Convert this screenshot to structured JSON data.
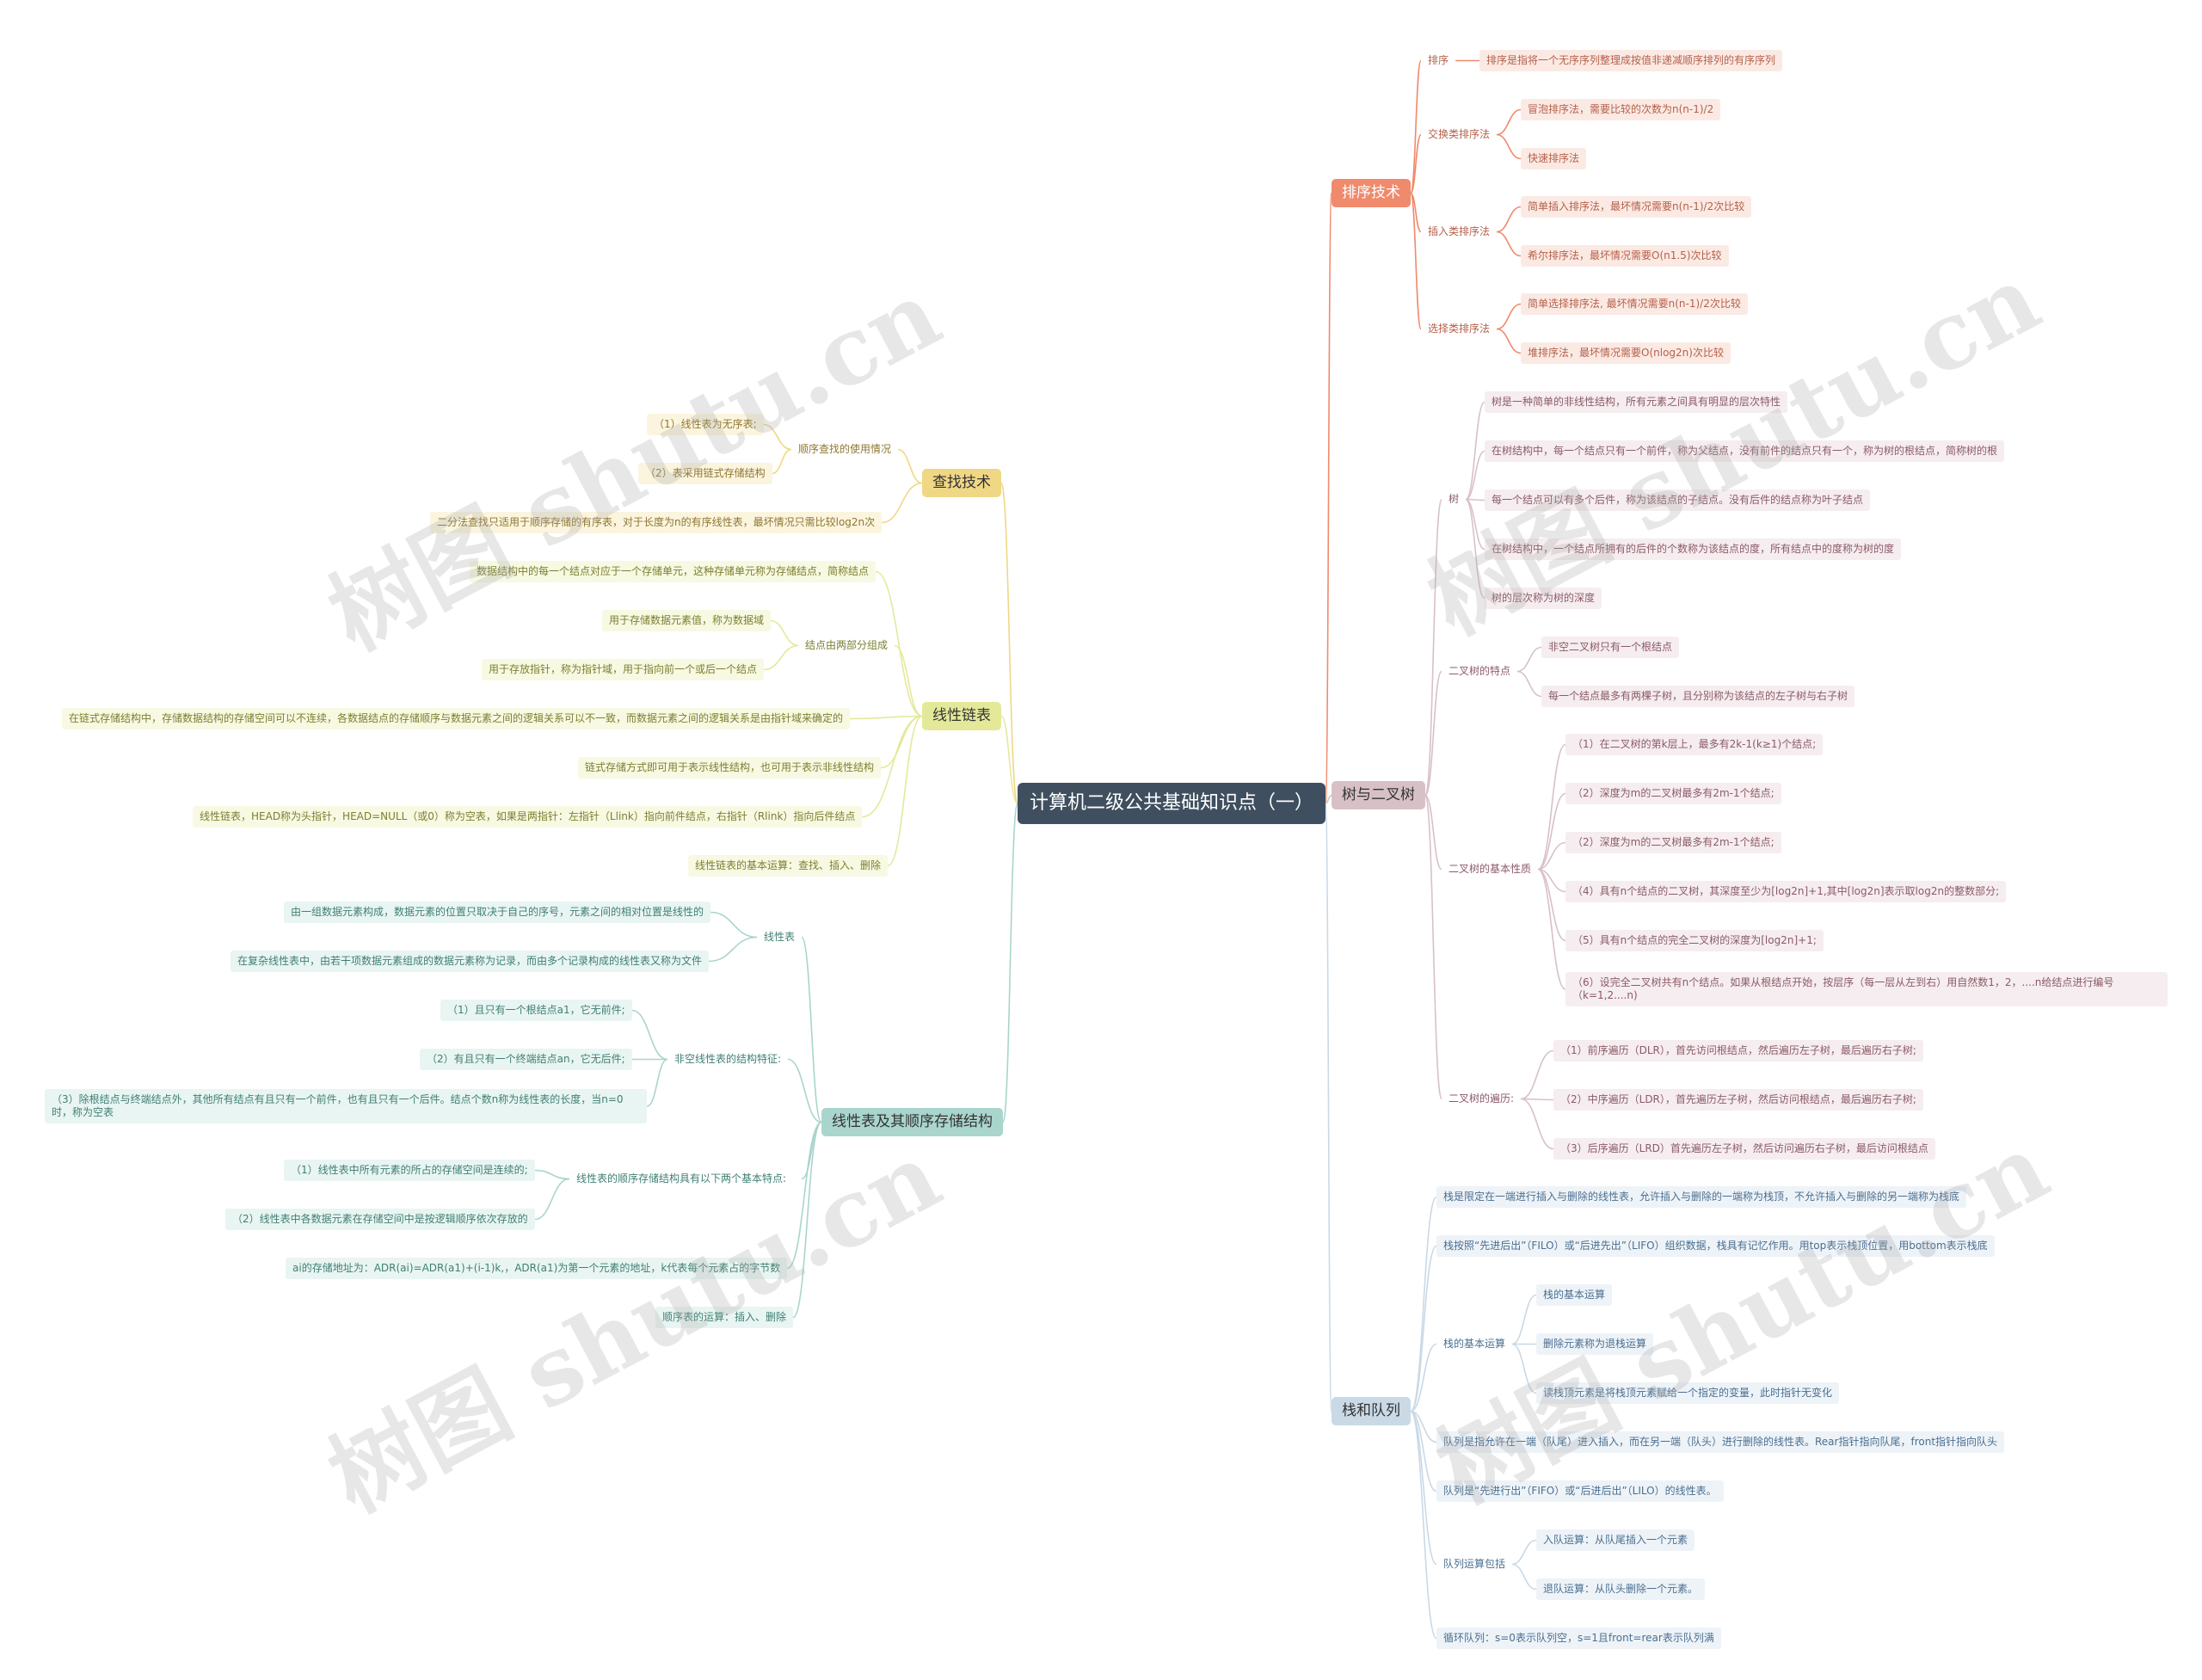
{
  "root": {
    "title": "计算机二级公共基础知识点（一）"
  },
  "colors": {
    "root": "#3f4f5f",
    "sort": "#f08a6c",
    "tree": "#d8c1c6",
    "stack": "#c9d9e6",
    "search": "#f0d784",
    "linked": "#e4e99a",
    "seq": "#a9d5cc"
  },
  "branches": {
    "sort": {
      "label": "排序技术",
      "paiXu": {
        "label": "排序",
        "items": [
          "排序是指将一个无序序列整理成按值非递减顺序排列的有序序列"
        ]
      },
      "jiaohuan": {
        "label": "交换类排序法",
        "items": [
          "冒泡排序法，需要比较的次数为n(n-1)/2",
          "快速排序法"
        ]
      },
      "charu": {
        "label": "插入类排序法",
        "items": [
          "简单插入排序法，最坏情况需要n(n-1)/2次比较",
          "希尔排序法，最坏情况需要O(n1.5)次比较"
        ]
      },
      "xuanze": {
        "label": "选择类排序法",
        "items": [
          "简单选择排序法, 最坏情况需要n(n-1)/2次比较",
          "堆排序法，最坏情况需要O(nlog2n)次比较"
        ]
      }
    },
    "tree": {
      "label": "树与二叉树",
      "shu": {
        "label": "树",
        "items": [
          "树是一种简单的非线性结构，所有元素之间具有明显的层次特性",
          "在树结构中，每一个结点只有一个前件，称为父结点，没有前件的结点只有一个，称为树的根结点，简称树的根",
          "每一个结点可以有多个后件，称为该结点的子结点。没有后件的结点称为叶子结点",
          "在树结构中，一个结点所拥有的后件的个数称为该结点的度，所有结点中的度称为树的度",
          "树的层次称为树的深度"
        ]
      },
      "tedian": {
        "label": "二叉树的特点",
        "items": [
          "非空二叉树只有一个根结点",
          "每一个结点最多有两棵子树，且分别称为该结点的左子树与右子树"
        ]
      },
      "xingzhi": {
        "label": "二叉树的基本性质",
        "items": [
          "（1）在二叉树的第k层上，最多有2k-1(k≥1)个结点;",
          "（2）深度为m的二叉树最多有2m-1个结点;",
          "（2）深度为m的二叉树最多有2m-1个结点;",
          "（4）具有n个结点的二叉树，其深度至少为[log2n]+1,其中[log2n]表示取log2n的整数部分;",
          "（5）具有n个结点的完全二叉树的深度为[log2n]+1;",
          "（6）设完全二叉树共有n个结点。如果从根结点开始，按层序（每一层从左到右）用自然数1，2，....n给结点进行编号（k=1,2....n)"
        ]
      },
      "bianli": {
        "label": "二叉树的遍历:",
        "items": [
          "（1）前序遍历（DLR），首先访问根结点，然后遍历左子树，最后遍历右子树;",
          "（2）中序遍历（LDR），首先遍历左子树，然后访问根结点，最后遍历右子树;",
          "（3）后序遍历（LRD）首先遍历左子树，然后访问遍历右子树，最后访问根结点"
        ]
      }
    },
    "stack": {
      "label": "栈和队列",
      "def1": "栈是限定在一端进行插入与删除的线性表，允许插入与删除的一端称为栈顶，不允许插入与删除的另一端称为栈底",
      "def2": "栈按照“先进后出”（FILO）或“后进先出”（LIFO）组织数据，栈具有记忆作用。用top表示栈顶位置，用bottom表示栈底",
      "ops": {
        "label": "栈的基本运算",
        "items": [
          "栈的基本运算",
          "删除元素称为退栈运算",
          "读栈顶元素是将栈顶元素赋给一个指定的变量，此时指针无变化"
        ]
      },
      "def3": "队列是指允许在一端（队尾）进入插入，而在另一端（队头）进行删除的线性表。Rear指针指向队尾，front指针指向队头",
      "def4": "队列是“先进行出”（FIFO）或“后进后出”（LILO）的线性表。",
      "qops": {
        "label": "队列运算包括",
        "items": [
          "入队运算：从队尾插入一个元素",
          "退队运算：从队头删除一个元素。"
        ]
      },
      "def5": "循环队列：s=0表示队列空，s=1且front=rear表示队列满"
    },
    "search": {
      "label": "查找技术",
      "seqUse": {
        "label": "顺序查找的使用情况",
        "items": [
          "（1）线性表为无序表;",
          "（2）表采用链式存储结构"
        ]
      },
      "binary": "二分法查找只适用于顺序存储的有序表，对于长度为n的有序线性表，最坏情况只需比较log2n次"
    },
    "linked": {
      "label": "线性链表",
      "s1": "数据结构中的每一个结点对应于一个存储单元，这种存储单元称为存储结点，简称结点",
      "parts": {
        "label": "结点由两部分组成",
        "items": [
          "用于存储数据元素值，称为数据域",
          "用于存放指针，称为指针域，用于指向前一个或后一个结点"
        ]
      },
      "s2": "在链式存储结构中，存储数据结构的存储空间可以不连续，各数据结点的存储顺序与数据元素之间的逻辑关系可以不一致，而数据元素之间的逻辑关系是由指针域来确定的",
      "s3": "链式存储方式即可用于表示线性结构，也可用于表示非线性结构",
      "s4": "线性链表，HEAD称为头指针，HEAD=NULL（或0）称为空表，如果是两指针：左指针（Llink）指向前件结点，右指针（Rlink）指向后件结点",
      "s5": "线性链表的基本运算：查找、插入、删除"
    },
    "seq": {
      "label": "线性表及其顺序存储结构",
      "xianxing": {
        "label": "线性表",
        "items": [
          "由一组数据元素构成，数据元素的位置只取决于自己的序号，元素之间的相对位置是线性的",
          "在复杂线性表中，由若干项数据元素组成的数据元素称为记录，而由多个记录构成的线性表又称为文件"
        ]
      },
      "feikong": {
        "label": "非空线性表的结构特征:",
        "items": [
          "（1）且只有一个根结点a1，它无前件;",
          "（2）有且只有一个终端结点an，它无后件;",
          "（3）除根结点与终端结点外，其他所有结点有且只有一个前件，也有且只有一个后件。结点个数n称为线性表的长度，当n=0时，称为空表"
        ]
      },
      "shunxu": {
        "label": "线性表的顺序存储结构具有以下两个基本特点:",
        "items": [
          "（1）线性表中所有元素的所占的存储空间是连续的;",
          "（2）线性表中各数据元素在存储空间中是按逻辑顺序依次存放的"
        ]
      },
      "addr": "ai的存储地址为：ADR(ai)=ADR(a1)+(i-1)k,，ADR(a1)为第一个元素的地址，k代表每个元素占的字节数",
      "ops": "顺序表的运算：插入、删除"
    }
  },
  "watermarks": [
    "树图 shutu.cn",
    "树图 shutu.cn",
    "树图 shutu.cn",
    "树图 shutu.cn"
  ]
}
